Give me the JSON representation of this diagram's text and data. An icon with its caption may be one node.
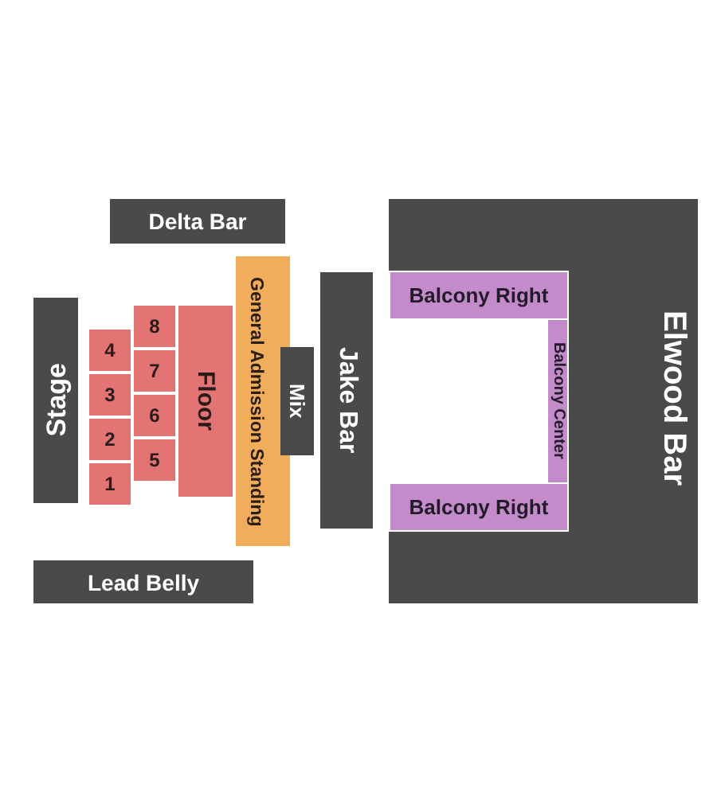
{
  "diagram": {
    "nodes": [
      {
        "text": [
          "Delta Bar"
        ]
      },
      {
        "text": [
          "Elwood Bar"
        ]
      },
      {
        "text": [
          "Balcony Right"
        ],
        "in": 1
      },
      {
        "text": [
          "Balcony Center"
        ],
        "in": 1
      },
      {
        "text": [
          "Balcony Right"
        ],
        "in": 1
      },
      {
        "text": [
          "General Admission Standing"
        ]
      },
      {
        "text": [
          "Jake Bar"
        ]
      },
      {
        "text": [
          "Stage"
        ]
      },
      {
        "text": [
          "4"
        ]
      },
      {
        "text": [
          "3"
        ]
      },
      {
        "text": [
          "2"
        ]
      },
      {
        "text": [
          "1"
        ]
      },
      {
        "text": [
          "8"
        ]
      },
      {
        "text": [
          "7"
        ]
      },
      {
        "text": [
          "6"
        ]
      },
      {
        "text": [
          "5"
        ]
      },
      {
        "text": [
          "Floor"
        ]
      },
      {
        "text": [
          "Mix"
        ]
      },
      {
        "text": [
          "Lead Belly"
        ]
      }
    ]
  }
}
